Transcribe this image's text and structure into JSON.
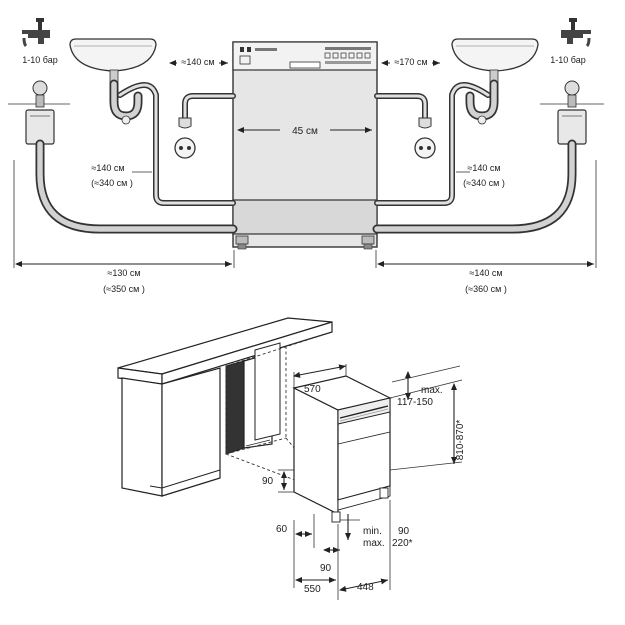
{
  "top_diagram": {
    "pressure_left": "1-10 бар",
    "pressure_right": "1-10 бар",
    "width_label": "45 см",
    "left_power_cord": "≈140 см",
    "right_power_cord": "≈170 см",
    "left_drain_hose": "≈140 см",
    "left_drain_hose_ext": "(≈340 см )",
    "right_drain_hose": "≈140 см",
    "right_drain_hose_ext": "(≈340 см )",
    "left_inlet_hose": "≈130 см",
    "left_inlet_hose_ext": "(≈350 см )",
    "right_inlet_hose": "≈140 см",
    "right_inlet_hose_ext": "(≈360 см )"
  },
  "bottom_diagram": {
    "depth_top": "570",
    "height_adjust": "max.",
    "height_adjust_range": "117-150",
    "niche_height": "810-870*",
    "kick_height": "90",
    "kick_depth": "60",
    "plinth_min": "min.",
    "plinth_max": "max.",
    "plinth_min_val": "90",
    "plinth_max_val": "220*",
    "foot_gap": "90",
    "niche_depth": "550",
    "appliance_width": "448"
  }
}
